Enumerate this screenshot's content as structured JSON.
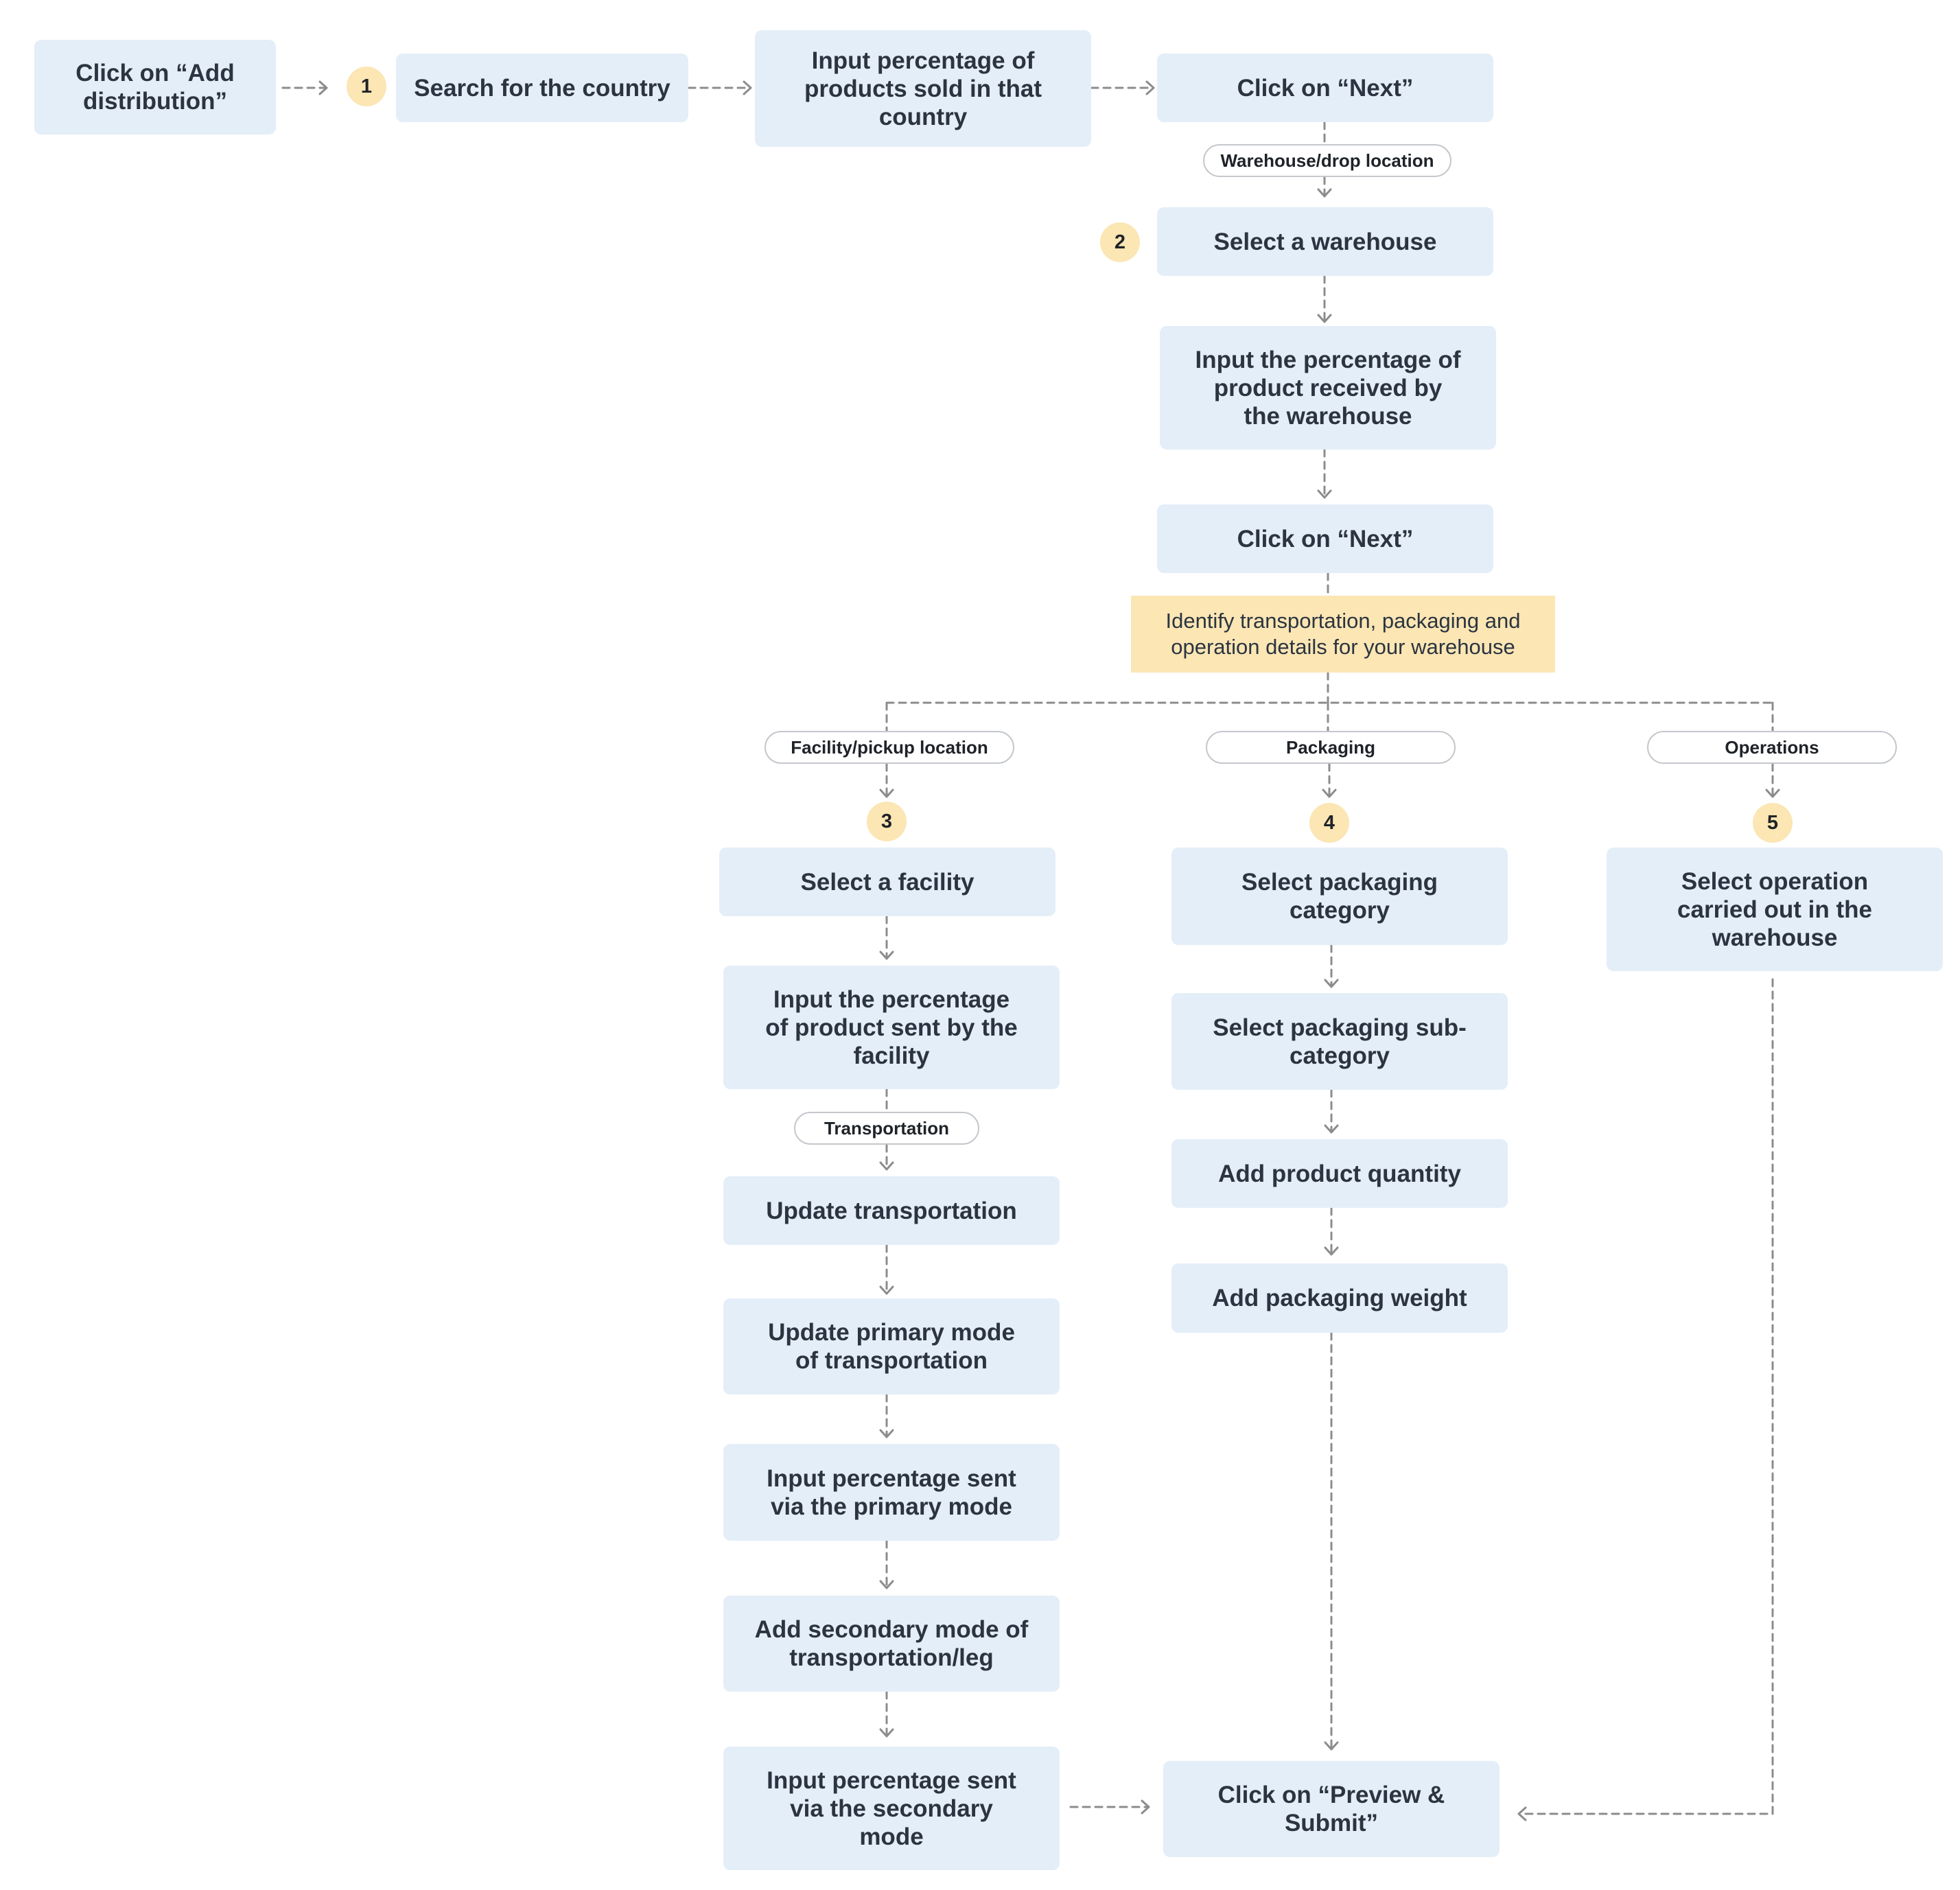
{
  "steps": {
    "add_distribution": "Click on “Add distribution”",
    "search_country": "Search for the country",
    "input_percentage_country": "Input percentage of products sold in that country",
    "click_next_1": "Click on “Next”",
    "select_warehouse": "Select a warehouse",
    "input_percentage_warehouse": "Input the percentage of product received by the warehouse",
    "click_next_2": "Click on “Next”",
    "select_facility": "Select a facility",
    "input_percentage_facility": "Input the percentage of product sent by the facility",
    "update_transportation": "Update transportation",
    "update_primary_mode": "Update primary mode of transportation",
    "input_primary_mode": "Input percentage sent via the primary mode",
    "add_secondary_mode": "Add secondary mode of transportation/leg",
    "input_secondary_mode": "Input percentage sent via the secondary mode",
    "select_packaging_category": "Select packaging category",
    "select_packaging_subcategory": "Select packaging sub-category",
    "add_product_quantity": "Add product quantity",
    "add_packaging_weight": "Add packaging weight",
    "select_operation": "Select operation carried out in the warehouse",
    "preview_submit": "Click on “Preview & Submit”"
  },
  "note": "Identify transportation, packaging and operation details for your warehouse",
  "labels": {
    "warehouse_drop": "Warehouse/drop location",
    "facility_pickup": "Facility/pickup location",
    "packaging": "Packaging",
    "operations": "Operations",
    "transportation": "Transportation"
  },
  "badges": {
    "b1": "1",
    "b2": "2",
    "b3": "3",
    "b4": "4",
    "b5": "5"
  },
  "colors": {
    "box": "#e4eef8",
    "note": "#fbe6b4",
    "badge": "#fbe6b4",
    "line": "#8c8c8c"
  }
}
